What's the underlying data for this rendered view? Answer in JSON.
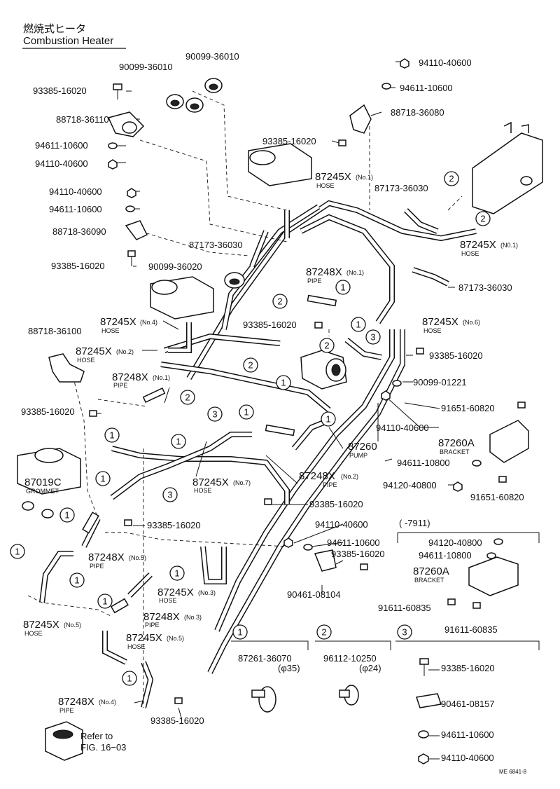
{
  "title": {
    "jp": "燃焼式ヒータ",
    "en": "Combustion Heater"
  },
  "parts": [
    {
      "id": "p1",
      "text": "90099-36010",
      "sub": ""
    },
    {
      "id": "p2",
      "text": "90099-36010",
      "sub": ""
    },
    {
      "id": "p3",
      "text": "93385-16020",
      "sub": ""
    },
    {
      "id": "p4",
      "text": "88718-36110",
      "sub": ""
    },
    {
      "id": "p5",
      "text": "94611-10600",
      "sub": ""
    },
    {
      "id": "p6",
      "text": "94110-40600",
      "sub": ""
    },
    {
      "id": "p7",
      "text": "94110-40600",
      "sub": ""
    },
    {
      "id": "p8",
      "text": "94611-10600",
      "sub": ""
    },
    {
      "id": "p9",
      "text": "88718-36080",
      "sub": ""
    },
    {
      "id": "p10",
      "text": "93385-16020",
      "sub": ""
    },
    {
      "id": "p11",
      "text": "87245X",
      "sub": "(No.1)",
      "label": "HOSE"
    },
    {
      "id": "p12",
      "text": "87173-36030",
      "sub": ""
    },
    {
      "id": "p13",
      "text": "94110-40600",
      "sub": ""
    },
    {
      "id": "p14",
      "text": "94611-10600",
      "sub": ""
    },
    {
      "id": "p15",
      "text": "88718-36090",
      "sub": ""
    },
    {
      "id": "p16",
      "text": "87173-36030",
      "sub": ""
    },
    {
      "id": "p17",
      "text": "87245X",
      "sub": "(N0.1)",
      "label": "HOSE"
    },
    {
      "id": "p18",
      "text": "93385-16020",
      "sub": ""
    },
    {
      "id": "p19",
      "text": "90099-36020",
      "sub": ""
    },
    {
      "id": "p20",
      "text": "87248X",
      "sub": "(No.1)",
      "label": "PIPE"
    },
    {
      "id": "p21",
      "text": "87173-36030",
      "sub": ""
    },
    {
      "id": "p22",
      "text": "87245X",
      "sub": "(No.4)",
      "label": "HOSE"
    },
    {
      "id": "p23",
      "text": "93385-16020",
      "sub": ""
    },
    {
      "id": "p24",
      "text": "87245X",
      "sub": "(No.6)",
      "label": "HOSE"
    },
    {
      "id": "p25",
      "text": "88718-36100",
      "sub": ""
    },
    {
      "id": "p26",
      "text": "87245X",
      "sub": "(No.2)",
      "label": "HOSE"
    },
    {
      "id": "p27",
      "text": "93385-16020",
      "sub": ""
    },
    {
      "id": "p28",
      "text": "87248X",
      "sub": "(No.1)",
      "label": "PIPE"
    },
    {
      "id": "p29",
      "text": "90099-01221",
      "sub": ""
    },
    {
      "id": "p30",
      "text": "93385-16020",
      "sub": ""
    },
    {
      "id": "p31",
      "text": "91651-60820",
      "sub": ""
    },
    {
      "id": "p32",
      "text": "94110-40600",
      "sub": ""
    },
    {
      "id": "p33",
      "text": "87260A",
      "sub": "",
      "label": "BRACKET"
    },
    {
      "id": "p34",
      "text": "87260",
      "sub": "",
      "label": "PUMP"
    },
    {
      "id": "p35",
      "text": "94611-10800",
      "sub": ""
    },
    {
      "id": "p36",
      "text": "87019C",
      "sub": "",
      "label": "GROMMET"
    },
    {
      "id": "p37",
      "text": "87248X",
      "sub": "(No.2)",
      "label": "PIPE"
    },
    {
      "id": "p38",
      "text": "87245X",
      "sub": "(No.7)",
      "label": "HOSE"
    },
    {
      "id": "p39",
      "text": "94120-40800",
      "sub": ""
    },
    {
      "id": "p40",
      "text": "91651-60820",
      "sub": ""
    },
    {
      "id": "p41",
      "text": "93385-16020",
      "sub": ""
    },
    {
      "id": "p42",
      "text": "93385-16020",
      "sub": ""
    },
    {
      "id": "p43",
      "text": "94110-40600",
      "sub": ""
    },
    {
      "id": "p44",
      "text": "94611-10600",
      "sub": ""
    },
    {
      "id": "p45",
      "text": "93385-16020",
      "sub": ""
    },
    {
      "id": "p46",
      "text": "87248X",
      "sub": "(No.5)",
      "label": "PIPE"
    },
    {
      "id": "p47",
      "text": "90461-08104",
      "sub": ""
    },
    {
      "id": "p48",
      "text": "87245X",
      "sub": "(No.3)",
      "label": "HOSE"
    },
    {
      "id": "p49",
      "text": "87245X",
      "sub": "(No.5)",
      "label": "HOSE"
    },
    {
      "id": "p50",
      "text": "87248X",
      "sub": "(No.3)",
      "label": "PIPE"
    },
    {
      "id": "p51",
      "text": "87245X",
      "sub": "(No.5)",
      "label": "HOSE"
    },
    {
      "id": "p52",
      "text": "87248X",
      "sub": "(No.4)",
      "label": "PIPE"
    },
    {
      "id": "p53",
      "text": "93385-16020",
      "sub": ""
    }
  ],
  "inset_7911": {
    "header": "(       -7911)",
    "parts": [
      {
        "id": "i1",
        "text": "94120-40800"
      },
      {
        "id": "i2",
        "text": "94611-10800"
      },
      {
        "id": "i3",
        "text": "87260A",
        "label": "BRACKET"
      },
      {
        "id": "i4",
        "text": "91611-60835"
      },
      {
        "id": "i5",
        "text": "91611-60835"
      }
    ]
  },
  "clamps": {
    "c1": {
      "num": "1",
      "part": "87261-36070",
      "size": "(φ35)"
    },
    "c2": {
      "num": "2",
      "part": "96112-10250",
      "size": "(φ24)"
    },
    "c3": {
      "num": "3",
      "parts": [
        "93385-16020",
        "90461-08157",
        "94611-10600",
        "94110-40600"
      ]
    }
  },
  "refer": {
    "line1": "Refer to",
    "line2": "FIG. 16−03"
  },
  "code": "ME 6841-8",
  "callouts": [
    "1",
    "2",
    "3"
  ]
}
